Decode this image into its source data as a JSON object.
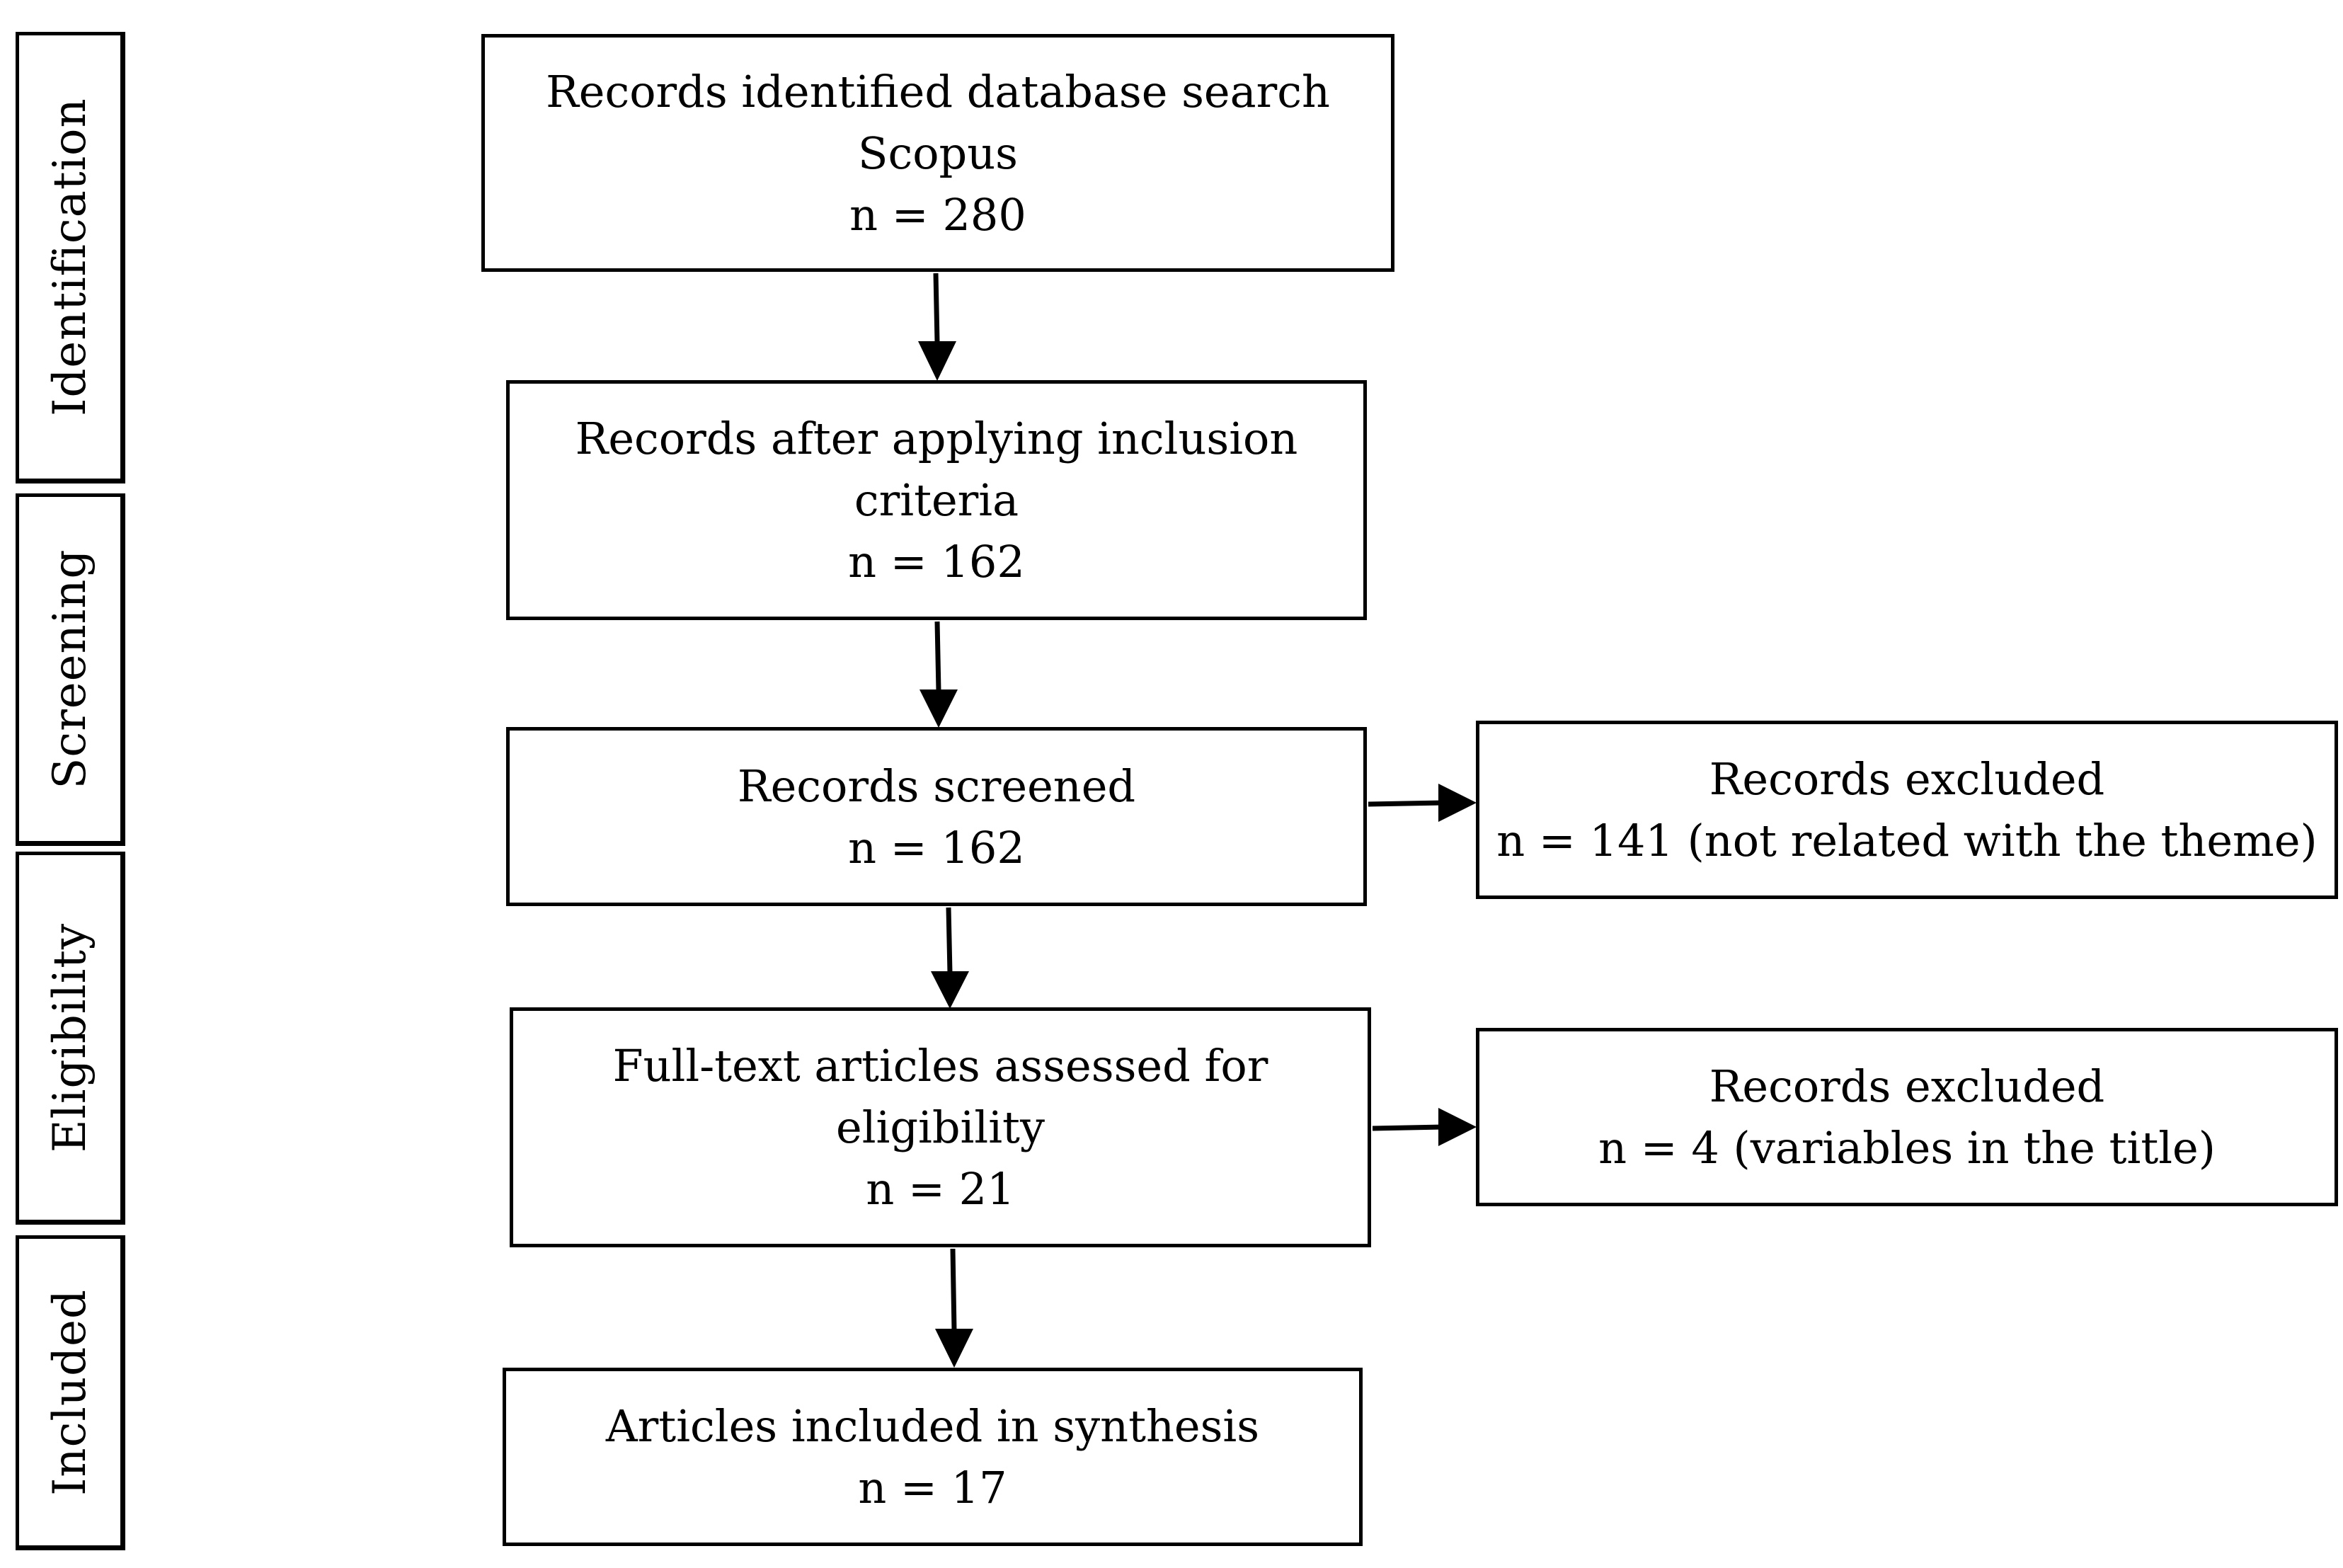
{
  "phases": {
    "identification": "Identification",
    "screening": "Screening",
    "eligibility": "Eligibility",
    "included": "Included"
  },
  "nodes": {
    "identified": {
      "line1": "Records identified database search",
      "line2": "Scopus",
      "count": "n = 280"
    },
    "after_criteria": {
      "line1": "Records after applying inclusion",
      "line2": "criteria",
      "count": "n = 162"
    },
    "screened": {
      "line1": "Records screened",
      "count": "n = 162"
    },
    "excluded_theme": {
      "line1": "Records excluded",
      "count": "n = 141 (not related with the theme)"
    },
    "full_text": {
      "line1": "Full-text articles assessed for",
      "line2": "eligibility",
      "count": "n = 21"
    },
    "excluded_variables": {
      "line1": "Records excluded",
      "count": "n = 4 (variables in the title)"
    },
    "included": {
      "line1": "Articles included in synthesis",
      "count": "n = 17"
    }
  }
}
